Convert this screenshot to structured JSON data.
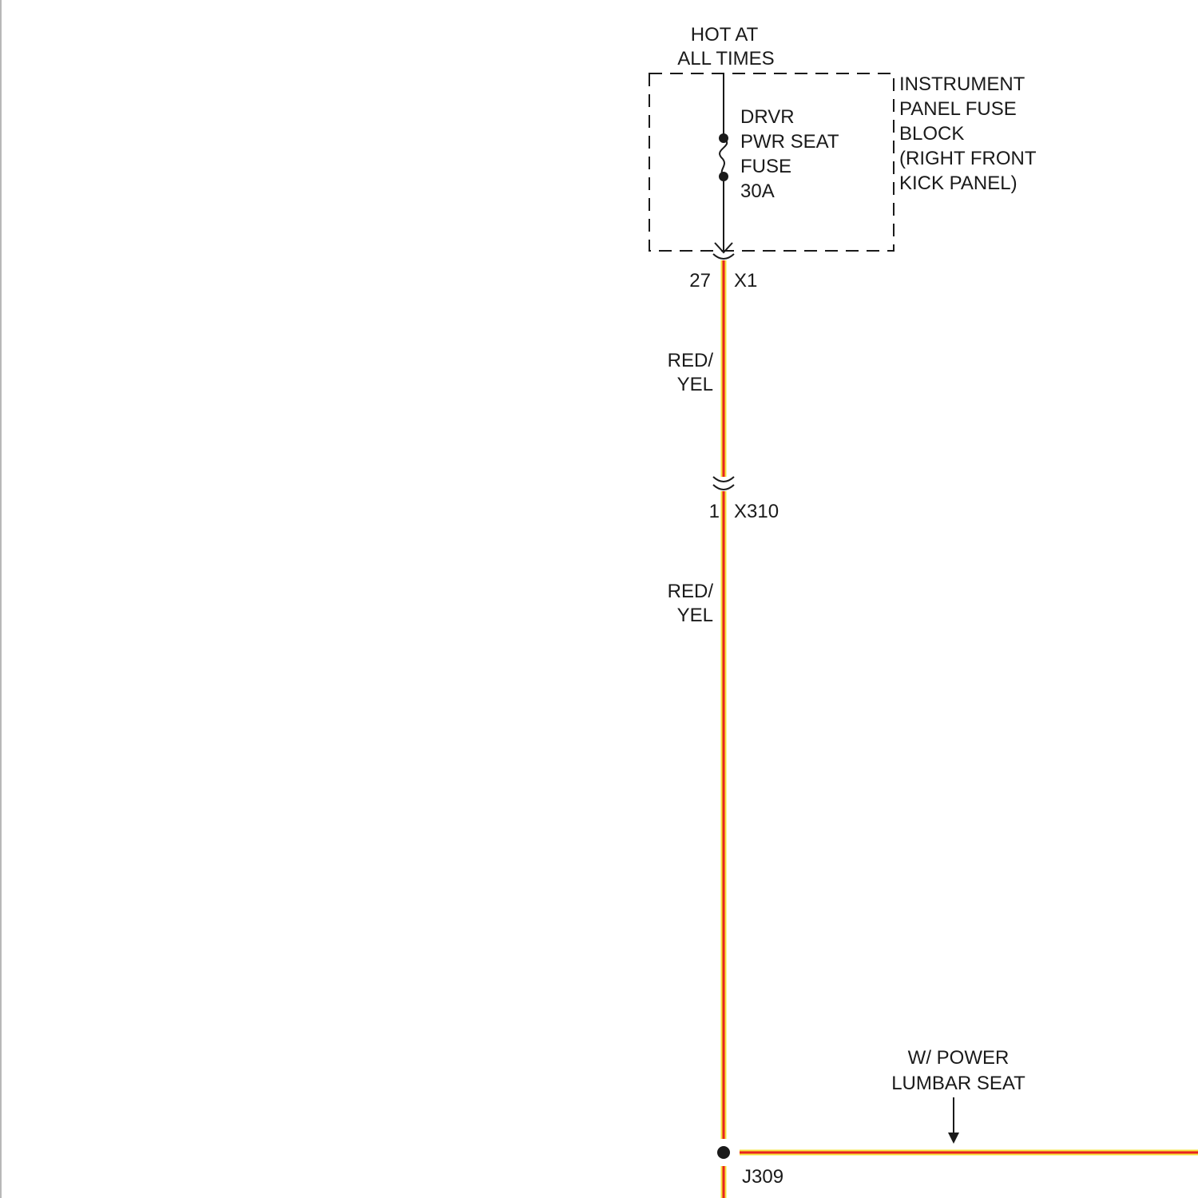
{
  "power_source": {
    "line1": "HOT AT",
    "line2": "ALL TIMES"
  },
  "fuse_block": {
    "line1": "INSTRUMENT",
    "line2": "PANEL FUSE",
    "line3": "BLOCK",
    "line4": "(RIGHT FRONT",
    "line5": "KICK PANEL)"
  },
  "fuse": {
    "line1": "DRVR",
    "line2": "PWR SEAT",
    "line3": "FUSE",
    "rating": "30A"
  },
  "connector_x1": {
    "pin": "27",
    "name": "X1"
  },
  "wire_1": {
    "color_line1": "RED/",
    "color_line2": "YEL"
  },
  "connector_x310": {
    "pin": "1",
    "name": "X310"
  },
  "wire_2": {
    "color_line1": "RED/",
    "color_line2": "YEL"
  },
  "branch_condition": {
    "line1": "W/ POWER",
    "line2": "LUMBAR SEAT"
  },
  "splice": {
    "name": "J309"
  },
  "colors": {
    "wire_core": "#e8231f",
    "wire_stripe": "#f6e23a",
    "line": "#1a1a1a",
    "page_border": "#b8b8b8"
  }
}
